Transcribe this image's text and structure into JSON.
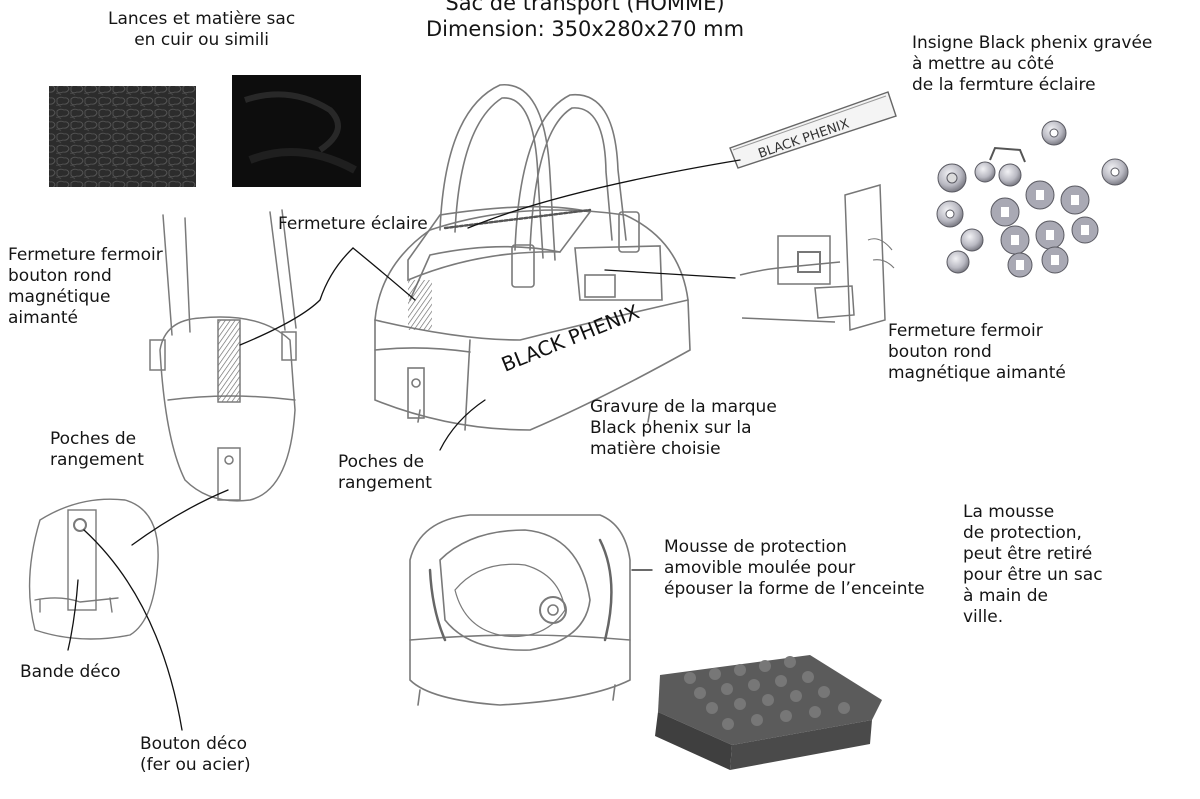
{
  "title": {
    "line1": "Sac de transport (HOMME)",
    "line2": "Dimension: 350x280x270 mm"
  },
  "labels": {
    "material": [
      "Lances et matière sac",
      "en cuir ou simili"
    ],
    "emblem": [
      "Insigne Black phenix gravée",
      "à mettre au côté",
      "de la fermture éclaire"
    ],
    "zipper": "Fermeture éclaire",
    "clasp_left": [
      "Fermeture fermoir",
      "bouton rond",
      "magnétique",
      "aimanté"
    ],
    "clasp_right": [
      "Fermeture fermoir",
      "bouton rond",
      "magnétique aimanté"
    ],
    "pockets_left": [
      "Poches de",
      "rangement"
    ],
    "pockets_center": [
      "Poches de",
      "rangement"
    ],
    "engraving": [
      "Gravure de la marque",
      "Black phenix sur la",
      "matière choisie"
    ],
    "foam": [
      "Mousse de protection",
      "amovible moulée pour",
      "épouser la forme de l’enceinte"
    ],
    "foam_note": [
      "La mousse",
      "de protection,",
      "peut être retiré",
      "pour être un sac",
      "à main de",
      "ville."
    ],
    "deco_band": "Bande déco",
    "deco_button": [
      "Bouton déco",
      "(fer ou acier)"
    ]
  },
  "brand": {
    "engraved_text": "BLACK PHENIX",
    "emblem_text": "BLACK PHENIX"
  },
  "colors": {
    "sketch": "#7a7a7a",
    "ink": "#151515",
    "leather_textured": "#2a2a2a",
    "leather_smooth": "#0c0c0c",
    "foam": "#555555",
    "metal": "#b8b8c0"
  }
}
